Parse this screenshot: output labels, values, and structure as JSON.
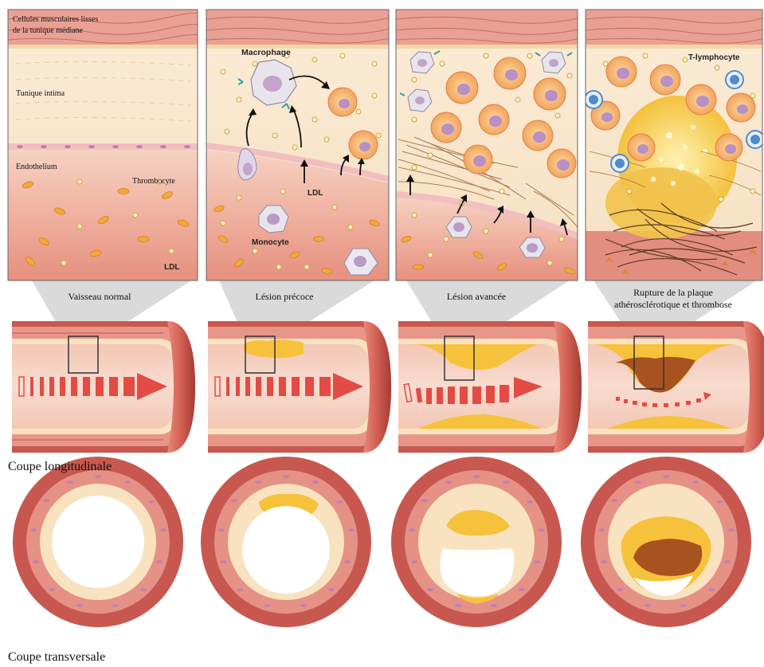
{
  "colors": {
    "wall_red": "#c8584f",
    "wall_dark": "#9e3a35",
    "intima_cream": "#f8e7cc",
    "media_pink": "#f0b9a8",
    "lumen_pink": "#f3c4b1",
    "blood_red": "#e45a4e",
    "plaque_yellow": "#f5c53a",
    "clot_brown": "#a8521f",
    "monocyte_purple": "#b596c2",
    "lymphocyte_blue": "#4e8bd0"
  },
  "panels": [
    {
      "labels": {
        "media": "Cellules musculaires lisses\nde la tunique médiane",
        "intima": "Tunique intima",
        "endothelium": "Endothelium",
        "thrombocyte": "Thrombocyte",
        "ldl": "LDL"
      }
    },
    {
      "labels": {
        "macrophage": "Macrophage",
        "ldl": "LDL",
        "monocyte": "Monocyte"
      }
    },
    {
      "labels": {}
    },
    {
      "labels": {
        "lymphocyte": "T-lymphocyte"
      }
    }
  ],
  "stages": [
    "Vaisseau normal",
    "Lésion précoce",
    "Lésion avancée",
    "Rupture de la plaque\nathérosclérotique et thrombose"
  ],
  "sections": {
    "longitudinal": "Coupe longitudinale",
    "transversal": "Coupe transversale"
  }
}
